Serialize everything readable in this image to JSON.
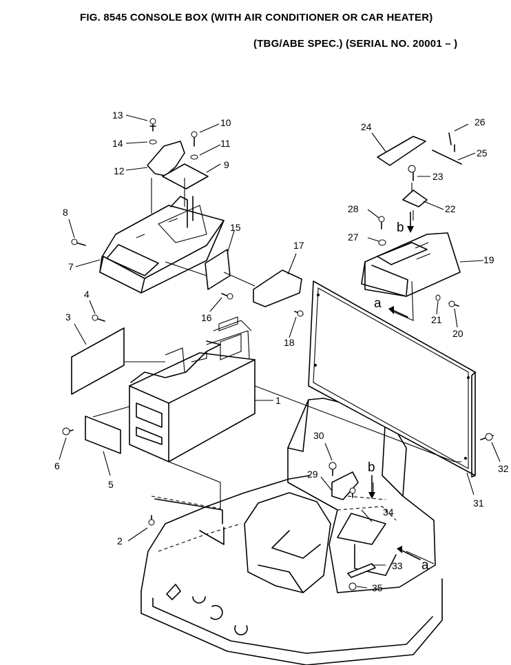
{
  "header": {
    "title_line1": "FIG. 8545  CONSOLE BOX (WITH AIR CONDITIONER OR CAR HEATER)",
    "title_line2": "(TBG/ABE SPEC.) (SERIAL NO. 20001 – )"
  },
  "callouts": [
    "1",
    "2",
    "3",
    "4",
    "5",
    "6",
    "7",
    "8",
    "9",
    "10",
    "11",
    "12",
    "13",
    "14",
    "15",
    "16",
    "17",
    "18",
    "19",
    "20",
    "21",
    "22",
    "23",
    "24",
    "25",
    "26",
    "27",
    "28",
    "29",
    "30",
    "31",
    "32",
    "33",
    "34",
    "35"
  ],
  "view_marks": {
    "a": "a",
    "b": "b"
  }
}
